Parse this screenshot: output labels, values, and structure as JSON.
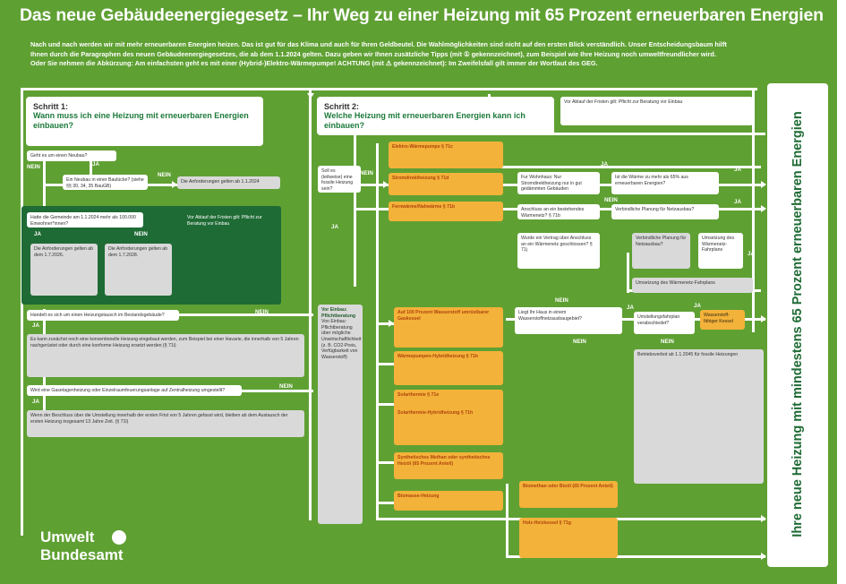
{
  "title": "Das neue Gebäudeenergiegesetz – Ihr Weg zu einer Heizung mit 65 Prozent erneuerbaren Energien",
  "intro": [
    "Nach und nach werden wir mit mehr erneuerbaren Energien heizen. Das ist gut für das Klima und auch für Ihren Geldbeutel. Die Wahlmöglichkeiten sind nicht auf den ersten Blick verständlich. Unser Entscheidungsbaum hilft",
    "Ihnen durch die Paragraphen des neuen Gebäudeenergiegesetzes, die ab dem 1.1.2024 gelten. Dazu geben wir Ihnen zusätzliche Tipps (mit ① gekennzeichnet), zum Beispiel wie Ihre Heizung noch umweltfreundlicher wird.",
    "Oder Sie nehmen die Abkürzung: Am einfachsten geht es mit einer (Hybrid-)Elektro-Wärmepumpe! ACHTUNG (mit ⚠ gekennzeichnet): Im Zweifelsfall gilt immer der Wortlaut des GEG."
  ],
  "step1": {
    "n": "Schritt 1:",
    "q": "Wann muss ich eine Heizung mit erneuerbaren Energien einbauen?"
  },
  "step2": {
    "n": "Schritt 2:",
    "q": "Welche Heizung mit erneuerbaren Energien kann ich einbauen?"
  },
  "side": "Ihre neue Heizung mit mindestens 65 Prozent erneuerbaren Energien",
  "logo": {
    "line1": "Umwelt",
    "line2": "Bundesamt"
  },
  "labels": {
    "nein": "NEIN",
    "ja": "JA"
  },
  "boxes": {
    "neubau": "Geht es um einen Neubau?",
    "baulucke": "Ein Neubau in einer Baulücke? (siehe §§ 30, 34, 35 BauGB)",
    "anforderungen": "Die Anforderungen gelten ab 1.1.2024",
    "gemeinde": "Hatte die Gemeinde am 1.1.2024 mehr als 100.000 Einwohner*innen?",
    "ab2026": "Die Anforderungen gelten ab dem 1.7.2026.",
    "ab2028": "Die Anforderungen gelten ab dem 1.7.2028.",
    "tipp_waerme": "Vor Ablauf der Fristen gilt: Pflicht zur Beratung vor Einbau",
    "heizungsaustausch": "Handelt es sich um einen Heizungstausch im Bestandsgebäude?",
    "uebergang": "Es kann zunächst noch eine konventionelle Heizung eingebaut werden, zum Beispiel bei einer Havarie, die innerhalb von 5 Jahren nachgerüstet oder durch eine konforme Heizung ersetzt werden (§ 71i)",
    "gasetagen": "Wird eine Gasetagenheizung oder Einzelraumfeuerungsanlage auf Zentralheizung umgestellt?",
    "beschluss": "Wenn der Beschluss über die Umstellung innerhalb der ersten Frist von 5 Jahren gefasst wird, bleiben ab dem Austausch der ersten Heizung insgesamt 13 Jahre Zeit. (§ 71l)",
    "soll": "Soll es (teilweise) eine fossile Heizung sein?",
    "pflicht": "Vor Einbau: Pflichtberatung",
    "waermepumpe": "Elektro-Wärmepumpe § 71c",
    "stromheizung": "Stromdirektheizung § 71d",
    "fernwaerme": "Fernwärme/Nahwärme § 71b",
    "strom_frage": "Fur Wohnhaus: Nur Stromdirektheizung nur in gut gedämmten Gebäuden",
    "waermenetz": "Anschluss an ein bestehendes Wärmenetz? § 71b",
    "vertrag": "Wurde ein Vertrag über Anschluss an ein Wärmenetz geschlossen? § 71j",
    "ist_waermenetz": "Ist die Wärme zu mehr als 65% aus erneuerbaren Energien?",
    "planung": "Verbindliche Planung für Netzausbau?",
    "umsetzung": "Umsetzung des Wärmenetz-Fahrplans",
    "wasserstoff": "Auf 100 Prozent Wasserstoff umrüstbarer Gaskessel",
    "hybrid": "Wärmepumpen-Hybridheizung § 71h",
    "solar": "Solarthermie § 71e",
    "solarhybrid": "Solarthermie-Hybridheizung § 71h",
    "methan": "Synthetisches Methan oder synthetisches Heizöl (65 Prozent Anteil)",
    "biomasse": "Biomasse-Heizung",
    "biomethan": "Biomethan oder Bioöl (65 Prozent Anteil)",
    "holz": "Holz-Heizkessel § 71g",
    "gasnetz": "Liegt Ihr Haus in einem Wasserstoffnetzausbaugebiet?",
    "umstellung": "Umstellungsfahrplan verabschiedet?",
    "wasserstoff_ok": "Wasserstoff-fähiger Kessel",
    "betrieb": "Betriebsverbot ab 1.1.2045 für fossile Heizungen",
    "grey_note": "Von Einbau: Pflichtberatung über mögliche Unwirtschaftlichkeit (z. B. CO2-Preis, Verfügbarkeit von Wasserstoff)"
  }
}
